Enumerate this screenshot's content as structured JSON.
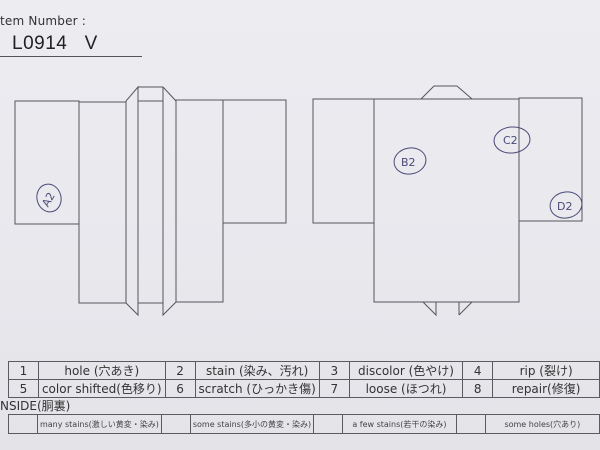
{
  "header": {
    "item_number_label": "tem Number :",
    "item_number_value": "L0914   V"
  },
  "diagram": {
    "front_view": {
      "annotations": [
        {
          "label": "A2",
          "location": "left sleeve, lower"
        }
      ]
    },
    "back_view": {
      "annotations": [
        {
          "label": "B2",
          "location": "body, upper left"
        },
        {
          "label": "C2",
          "location": "body, upper right"
        },
        {
          "label": "D2",
          "location": "right sleeve, lower"
        }
      ]
    }
  },
  "legend": {
    "rows": [
      [
        {
          "num": "1",
          "label": "hole (穴あき)"
        },
        {
          "num": "2",
          "label": "stain (染み、汚れ)"
        },
        {
          "num": "3",
          "label": "discolor (色やけ)"
        },
        {
          "num": "4",
          "label": "rip (裂け)"
        }
      ],
      [
        {
          "num": "5",
          "label": "color shifted(色移り)"
        },
        {
          "num": "6",
          "label": "scratch (ひっかき傷)"
        },
        {
          "num": "7",
          "label": "loose (ほつれ)"
        },
        {
          "num": "8",
          "label": "repair(修復)"
        }
      ]
    ]
  },
  "inside": {
    "title": "NSIDE(胴裏)",
    "options": [
      {
        "checked": "",
        "label": "many stains(激しい黄変・染み)"
      },
      {
        "checked": "",
        "label": "some stains(多小の黄変・染み)"
      },
      {
        "checked": "",
        "label": "a few stains(若干の染み)"
      },
      {
        "checked": "",
        "label": "some holes(穴あり)"
      }
    ]
  },
  "colors": {
    "paper": "#e9e9ee",
    "line": "#55555c",
    "ink": "#4a4a78"
  }
}
